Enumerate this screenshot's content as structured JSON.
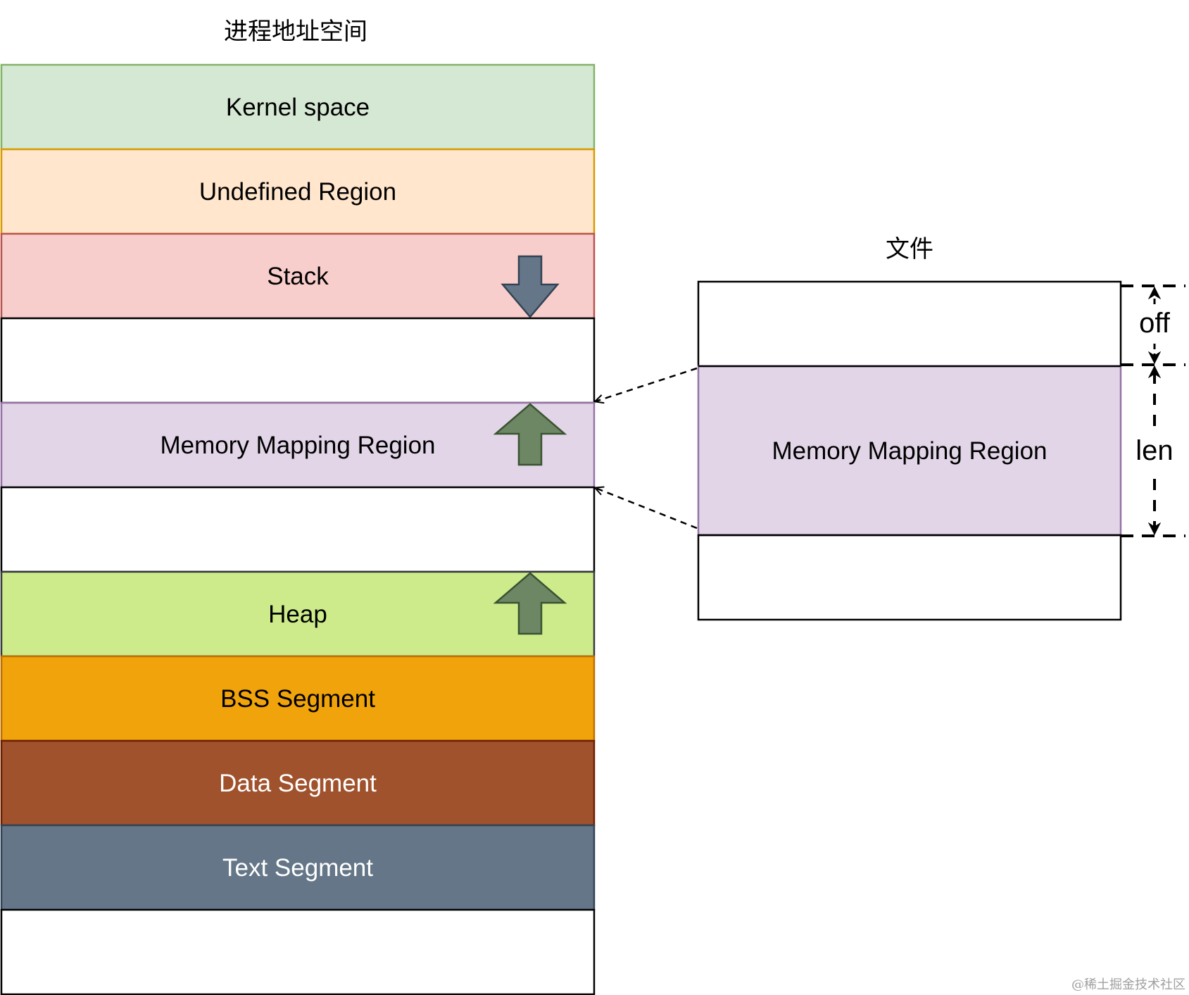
{
  "process_title": "进程地址空间",
  "file_title": "文件",
  "segments": [
    {
      "label": "Kernel space",
      "fill": "#d5e8d4",
      "stroke": "#82b366",
      "text_color": "#000000",
      "arrow": "none"
    },
    {
      "label": "Undefined Region",
      "fill": "#ffe6cc",
      "stroke": "#d79b00",
      "text_color": "#000000",
      "arrow": "none"
    },
    {
      "label": "Stack",
      "fill": "#f8cecc",
      "stroke": "#b85450",
      "text_color": "#000000",
      "arrow": "down"
    },
    {
      "label": "",
      "fill": "#ffffff",
      "stroke": "#000000",
      "text_color": "#000000",
      "arrow": "none"
    },
    {
      "label": "Memory Mapping Region",
      "fill": "#e1d5e7",
      "stroke": "#9673a6",
      "text_color": "#000000",
      "arrow": "up"
    },
    {
      "label": "",
      "fill": "#ffffff",
      "stroke": "#000000",
      "text_color": "#000000",
      "arrow": "none"
    },
    {
      "label": "Heap",
      "fill": "#cdeb8b",
      "stroke": "#36393d",
      "text_color": "#000000",
      "arrow": "up"
    },
    {
      "label": "BSS Segment",
      "fill": "#f0a30a",
      "stroke": "#bd7000",
      "text_color": "#000000",
      "arrow": "none"
    },
    {
      "label": "Data Segment",
      "fill": "#a0522d",
      "stroke": "#6d1f00",
      "text_color": "#ffffff",
      "arrow": "none"
    },
    {
      "label": "Text Segment",
      "fill": "#647687",
      "stroke": "#314354",
      "text_color": "#ffffff",
      "arrow": "none"
    },
    {
      "label": "",
      "fill": "#ffffff",
      "stroke": "#000000",
      "text_color": "#000000",
      "arrow": "none"
    }
  ],
  "file_regions": [
    {
      "label": "",
      "fill": "#ffffff",
      "stroke": "#000000"
    },
    {
      "label": "Memory Mapping Region",
      "fill": "#e1d5e7",
      "stroke": "#9673a6"
    },
    {
      "label": "",
      "fill": "#ffffff",
      "stroke": "#000000"
    }
  ],
  "dimensions": {
    "off_label": "off",
    "len_label": "len"
  },
  "arrow_colors": {
    "down": {
      "fill": "#647687",
      "stroke": "#314354"
    },
    "up": {
      "fill": "#6d8764",
      "stroke": "#3a5431"
    }
  },
  "watermark": "@稀土掘金技术社区"
}
